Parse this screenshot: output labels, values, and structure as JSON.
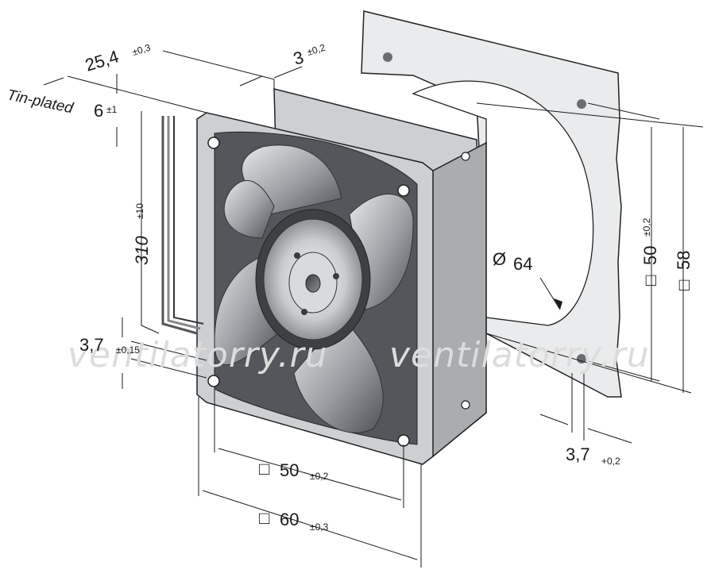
{
  "watermark": {
    "left": "ventilatorry.ru",
    "right": "ventilatorry.ru"
  },
  "labels": {
    "lead_finish": "Tin-plated",
    "depth": {
      "value": "25,4",
      "tol": "±0,3"
    },
    "flange": {
      "value": "3",
      "tol": "±0,2"
    },
    "lead_strip": {
      "value": "6",
      "tol": "±1"
    },
    "lead_length": {
      "value": "310",
      "tol": "±10"
    },
    "hole_offset_left": {
      "value": "3,7",
      "tol": "±0,15"
    },
    "hole_offset_right": {
      "value": "3,7",
      "tol": "+0,2"
    },
    "hole_spacing_front": {
      "symbol": "□",
      "value": "50",
      "tol": "±0,2"
    },
    "outer_size": {
      "symbol": "□",
      "value": "60",
      "tol": "±0,3"
    },
    "hole_spacing_side": {
      "symbol": "□",
      "value": "50",
      "tol": "±0,2"
    },
    "cutout_size": {
      "symbol": "□",
      "value": "58"
    },
    "cutout_diameter": {
      "symbol": "Ø",
      "value": "64"
    }
  },
  "colors": {
    "frame": "#cdd0d2",
    "frame_shadow": "#a9adb0",
    "impeller_dark": "#5c6064",
    "plate": "#e9ebec",
    "watermark": "#dcdcdc"
  }
}
